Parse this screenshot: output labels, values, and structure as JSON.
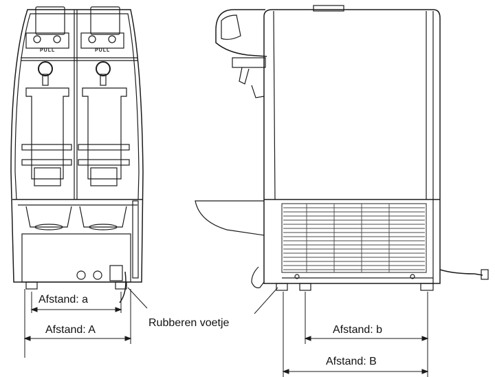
{
  "labels": {
    "distance_a": "Afstand: a",
    "distance_A": "Afstand: A",
    "distance_b": "Afstand: b",
    "distance_B": "Afstand: B",
    "rubber_foot": "Rubberen voetje",
    "pull": "PULL"
  },
  "colors": {
    "line": "#1a1a1a",
    "grille": "#444444",
    "background": "#ffffff"
  }
}
